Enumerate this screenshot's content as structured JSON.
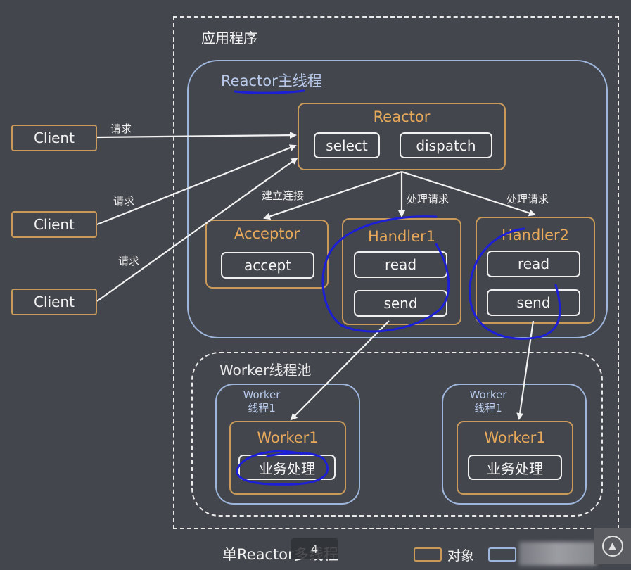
{
  "diagram": {
    "app_label": "应用程序",
    "reactor_thread_label": "Reactor主线程",
    "reactor": {
      "title": "Reactor",
      "select": "select",
      "dispatch": "dispatch"
    },
    "clients": [
      "Client",
      "Client",
      "Client"
    ],
    "request_label": "请求",
    "connect_label": "建立连接",
    "handle_label": "处理请求",
    "acceptor": {
      "title": "Acceptor",
      "accept": "accept"
    },
    "handler1": {
      "title": "Handler1",
      "read": "read",
      "send": "send"
    },
    "handler2": {
      "title": "Handler2",
      "read": "read",
      "send": "send"
    },
    "pool_label": "Worker线程池",
    "worker_thread_label_1": "Worker",
    "worker_thread_label_2": "线程1",
    "worker": {
      "title": "Worker1",
      "task": "业务处理"
    },
    "caption": "单Reactor多线程",
    "legend": {
      "object": "对象"
    },
    "page_badge": "4",
    "colors": {
      "background": "#43464d",
      "object_border": "#c99a5a",
      "object_title": "#e8a95a",
      "thread_border": "#9fb6dc",
      "annotation_ink": "#1c1fd6"
    }
  }
}
